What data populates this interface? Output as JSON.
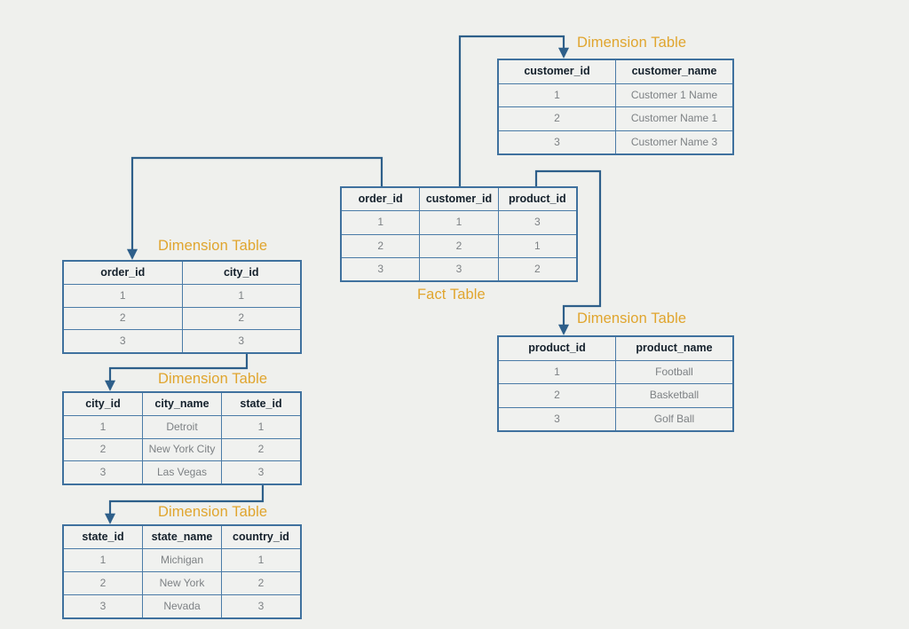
{
  "diagram": {
    "background_color": "#eff0ed",
    "table_border_color": "#3f719e",
    "cell_border_color": "#4a7ba7",
    "caption_color": "#e0a52e",
    "connector_color": "#2e5f8a",
    "header_text_color": "#14202b",
    "cell_text_color": "#7d8184"
  },
  "captions": {
    "customer": "Dimension Table",
    "order_city": "Dimension Table",
    "city": "Dimension Table",
    "state": "Dimension Table",
    "product": "Dimension Table",
    "fact": "Fact Table"
  },
  "tables": {
    "customer": {
      "name": "customer-table",
      "columns": [
        "customer_id",
        "customer_name"
      ],
      "rows": [
        [
          "1",
          "Customer 1 Name"
        ],
        [
          "2",
          "Customer Name 1"
        ],
        [
          "3",
          "Customer Name 3"
        ]
      ]
    },
    "fact": {
      "name": "fact-table",
      "columns": [
        "order_id",
        "customer_id",
        "product_id"
      ],
      "rows": [
        [
          "1",
          "1",
          "3"
        ],
        [
          "2",
          "2",
          "1"
        ],
        [
          "3",
          "3",
          "2"
        ]
      ]
    },
    "order_city": {
      "name": "order-city-table",
      "columns": [
        "order_id",
        "city_id"
      ],
      "rows": [
        [
          "1",
          "1"
        ],
        [
          "2",
          "2"
        ],
        [
          "3",
          "3"
        ]
      ]
    },
    "city": {
      "name": "city-table",
      "columns": [
        "city_id",
        "city_name",
        "state_id"
      ],
      "rows": [
        [
          "1",
          "Detroit",
          "1"
        ],
        [
          "2",
          "New York City",
          "2"
        ],
        [
          "3",
          "Las Vegas",
          "3"
        ]
      ]
    },
    "state": {
      "name": "state-table",
      "columns": [
        "state_id",
        "state_name",
        "country_id"
      ],
      "rows": [
        [
          "1",
          "Michigan",
          "1"
        ],
        [
          "2",
          "New York",
          "2"
        ],
        [
          "3",
          "Nevada",
          "3"
        ]
      ]
    },
    "product": {
      "name": "product-table",
      "columns": [
        "product_id",
        "product_name"
      ],
      "rows": [
        [
          "1",
          "Football"
        ],
        [
          "2",
          "Basketball"
        ],
        [
          "3",
          "Golf Ball"
        ]
      ]
    }
  }
}
